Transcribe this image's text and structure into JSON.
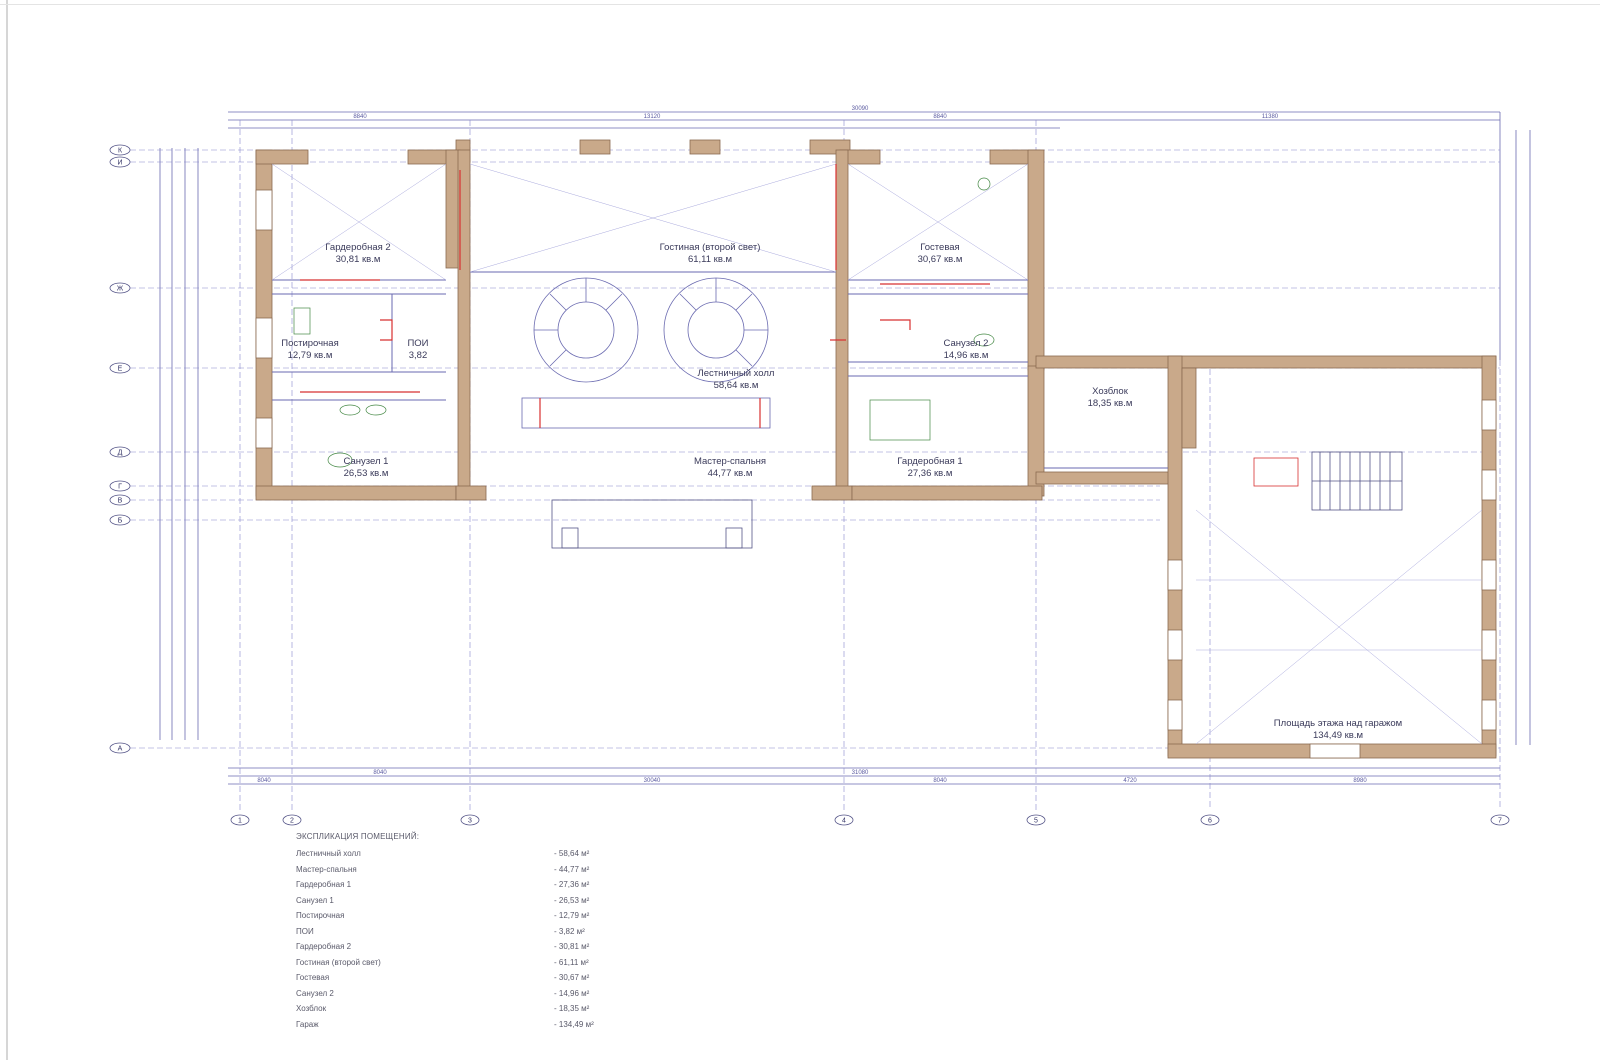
{
  "rooms": [
    {
      "name": "Гардеробная 2",
      "area": "30,81 кв.м"
    },
    {
      "name": "Гостиная (второй свет)",
      "area": "61,11 кв.м"
    },
    {
      "name": "Гостевая",
      "area": "30,67 кв.м"
    },
    {
      "name": "Постирочная",
      "area": "12,79 кв.м"
    },
    {
      "name": "ПОИ",
      "area": "3,82"
    },
    {
      "name": "Лестничный холл",
      "area": "58,64 кв.м"
    },
    {
      "name": "Санузел 2",
      "area": "14,96 кв.м"
    },
    {
      "name": "Хозблок",
      "area": "18,35 кв.м"
    },
    {
      "name": "Санузел 1",
      "area": "26,53 кв.м"
    },
    {
      "name": "Мастер-спальня",
      "area": "44,77 кв.м"
    },
    {
      "name": "Гардеробная 1",
      "area": "27,36 кв.м"
    },
    {
      "name": "Площадь этажа над гаражом",
      "area": "134,49 кв.м"
    }
  ],
  "axes_rows": [
    "К",
    "И",
    "Ж",
    "Е",
    "Д",
    "Г",
    "В",
    "Б",
    "А"
  ],
  "axes_cols": [
    "1",
    "2",
    "3",
    "4",
    "5",
    "6",
    "7"
  ],
  "top_dims": [
    "8840",
    "13120",
    "8840",
    "11380",
    "30090"
  ],
  "bottom_dims": [
    "8040",
    "30040",
    "8040",
    "8040",
    "31080",
    "4720",
    "8980"
  ],
  "legend": {
    "title": "ЭКСПЛИКАЦИЯ ПОМЕЩЕНИЙ:",
    "items": [
      {
        "name": "Лестничный холл",
        "area": "- 58,64 м²"
      },
      {
        "name": "Мастер-спальня",
        "area": "- 44,77 м²"
      },
      {
        "name": "Гардеробная 1",
        "area": "- 27,36 м²"
      },
      {
        "name": "Санузел 1",
        "area": "- 26,53 м²"
      },
      {
        "name": "Постирочная",
        "area": "- 12,79 м²"
      },
      {
        "name": "ПОИ",
        "area": "- 3,82 м²"
      },
      {
        "name": "Гардеробная 2",
        "area": "- 30,81 м²"
      },
      {
        "name": "Гостиная (второй свет)",
        "area": "- 61,11 м²"
      },
      {
        "name": "Гостевая",
        "area": "- 30,67 м²"
      },
      {
        "name": "Санузел 2",
        "area": "- 14,96 м²"
      },
      {
        "name": "Хозблок",
        "area": "- 18,35 м²"
      },
      {
        "name": "Гараж",
        "area": "- 134,49 м²"
      }
    ]
  },
  "colors": {
    "wall": "#c9a98a",
    "line": "#5a5ab0",
    "red": "#d83030",
    "text": "#33336a"
  }
}
